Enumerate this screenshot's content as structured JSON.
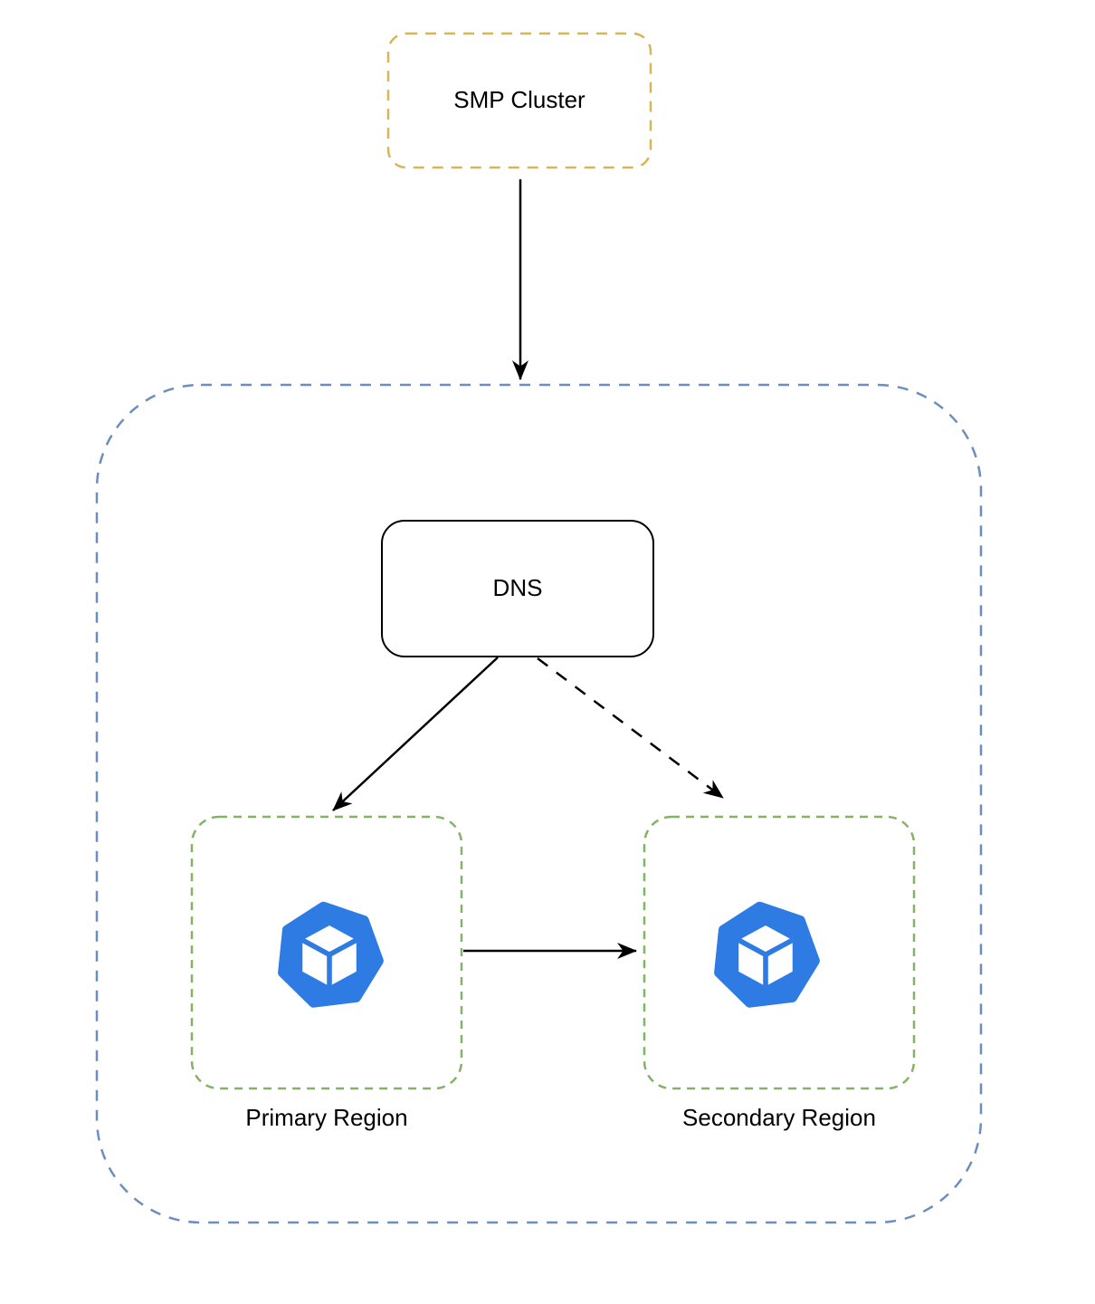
{
  "diagram": {
    "background_color": "#ffffff",
    "nodes": {
      "smp_cluster": {
        "label": "SMP Cluster",
        "border_color": "#D6B656",
        "border_style": "dashed",
        "shape": "rounded-rectangle"
      },
      "outer_container": {
        "border_color": "#6C8EBF",
        "border_style": "dashed",
        "shape": "rounded-rectangle"
      },
      "dns": {
        "label": "DNS",
        "border_color": "#000000",
        "border_style": "solid",
        "shape": "rounded-rectangle"
      },
      "primary_region": {
        "label": "Primary Region",
        "border_color": "#82B366",
        "border_style": "dashed",
        "shape": "rounded-rectangle",
        "icon": "cube-heptagon-icon"
      },
      "secondary_region": {
        "label": "Secondary Region",
        "border_color": "#82B366",
        "border_style": "dashed",
        "shape": "rounded-rectangle",
        "icon": "cube-heptagon-icon"
      }
    },
    "icon_colors": {
      "node_icon_blue": "#2E7CE3",
      "node_cube_white": "#FFFFFF"
    },
    "text_color": "#000000",
    "edge_color": "#000000",
    "edges": [
      {
        "from": "smp_cluster",
        "to": "outer_container",
        "style": "solid",
        "arrowhead": "filled"
      },
      {
        "from": "dns",
        "to": "primary_region",
        "style": "solid",
        "arrowhead": "filled"
      },
      {
        "from": "dns",
        "to": "secondary_region",
        "style": "dashed",
        "arrowhead": "filled"
      },
      {
        "from": "primary_region",
        "to": "secondary_region",
        "style": "solid",
        "arrowhead": "filled"
      }
    ]
  }
}
